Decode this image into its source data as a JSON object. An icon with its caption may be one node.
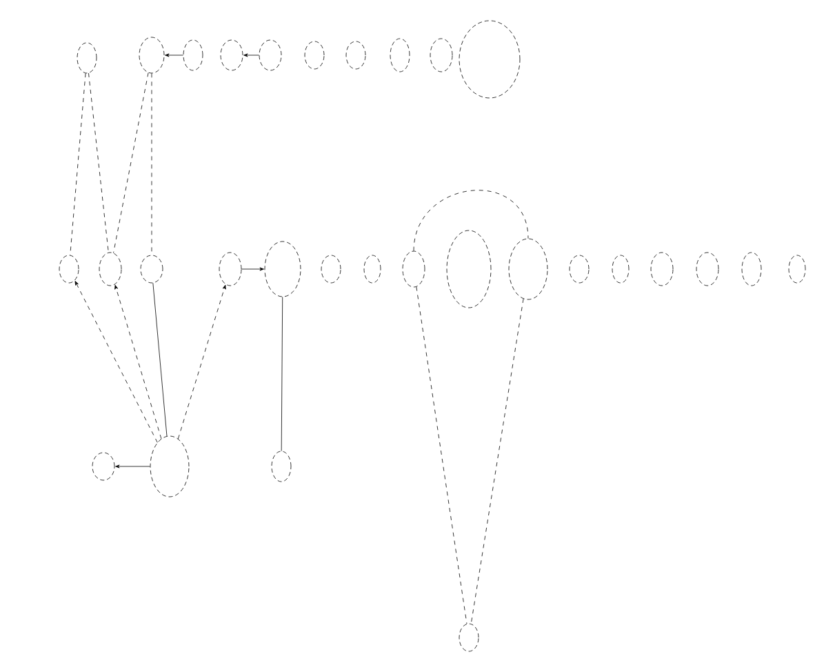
{
  "diagram": {
    "nodes": [
      {
        "text": [],
        "shape": "circle"
      },
      {
        "text": [],
        "shape": "circle"
      },
      {
        "text": [],
        "shape": "circle"
      },
      {
        "text": [],
        "shape": "circle"
      },
      {
        "text": [],
        "shape": "circle"
      },
      {
        "text": [],
        "shape": "circle"
      },
      {
        "text": [],
        "shape": "circle"
      },
      {
        "text": [],
        "shape": "circle"
      },
      {
        "text": [],
        "shape": "circle"
      },
      {
        "text": [],
        "shape": "circle"
      },
      {
        "text": [],
        "shape": "circle"
      },
      {
        "text": [],
        "shape": "circle"
      },
      {
        "text": [],
        "shape": "circle"
      },
      {
        "text": [],
        "shape": "circle"
      },
      {
        "text": [],
        "shape": "circle"
      },
      {
        "text": [],
        "shape": "circle"
      },
      {
        "text": [],
        "shape": "circle"
      },
      {
        "text": [],
        "shape": "circle"
      },
      {
        "text": [],
        "shape": "circle"
      },
      {
        "text": [],
        "shape": "circle"
      },
      {
        "text": [],
        "shape": "circle"
      },
      {
        "text": [],
        "shape": "circle"
      },
      {
        "text": [],
        "shape": "circle"
      },
      {
        "text": [],
        "shape": "circle"
      },
      {
        "text": [],
        "shape": "circle"
      },
      {
        "text": [],
        "shape": "circle"
      },
      {
        "text": [],
        "shape": "circle"
      },
      {
        "text": [],
        "shape": "circle"
      },
      {
        "text": [],
        "shape": "circle"
      },
      {
        "text": [],
        "shape": "circle"
      }
    ],
    "edges": [
      {
        "from": 2,
        "to": 1,
        "arrow": "to"
      },
      {
        "from": 4,
        "to": 3,
        "arrow": "to"
      },
      {
        "from": 0,
        "to": 10,
        "arrow": "none",
        "style": "dashed"
      },
      {
        "from": 0,
        "to": 11,
        "arrow": "none",
        "style": "dashed"
      },
      {
        "from": 1,
        "to": 11,
        "arrow": "none",
        "style": "dashed"
      },
      {
        "from": 1,
        "to": 12,
        "arrow": "none",
        "style": "dashed"
      },
      {
        "from": 27,
        "to": 10,
        "arrow": "to",
        "style": "dashed"
      },
      {
        "from": 27,
        "to": 11,
        "arrow": "to",
        "style": "dashed"
      },
      {
        "from": 27,
        "to": 13,
        "arrow": "to",
        "style": "dashed"
      },
      {
        "from": 12,
        "to": 27,
        "arrow": "none"
      },
      {
        "from": 27,
        "to": 26,
        "arrow": "to"
      },
      {
        "from": 13,
        "to": 14,
        "arrow": "to"
      },
      {
        "from": 14,
        "to": 28,
        "arrow": "none"
      },
      {
        "from": 17,
        "to": 19,
        "arrow": "none",
        "style": "dashed"
      },
      {
        "from": 17,
        "to": 29,
        "arrow": "none",
        "style": "dashed"
      },
      {
        "from": 19,
        "to": 29,
        "arrow": "none",
        "style": "dashed"
      }
    ]
  }
}
